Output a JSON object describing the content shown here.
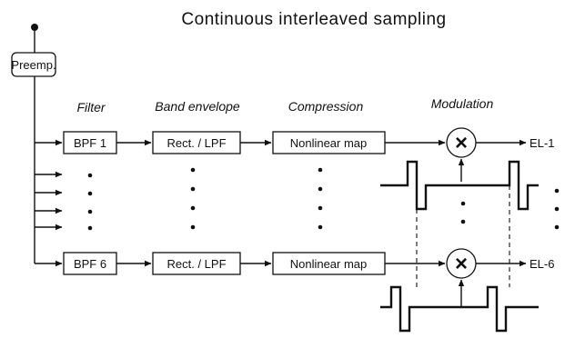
{
  "title": "Continuous  interleaved  sampling",
  "preemphasis": {
    "label": "Preemp."
  },
  "stage_headings": {
    "filter": "Filter",
    "band_envelope": "Band envelope",
    "compression": "Compression",
    "modulation": "Modulation"
  },
  "channels": [
    {
      "filter": "BPF  1",
      "envelope": "Rect. / LPF",
      "compression": "Nonlinear map",
      "output": "EL-1"
    },
    {
      "filter": "BPF  6",
      "envelope": "Rect. / LPF",
      "compression": "Nonlinear map",
      "output": "EL-6"
    }
  ],
  "modulator_symbol": "×",
  "colors": {
    "ink": "#111111",
    "background": "#ffffff"
  }
}
